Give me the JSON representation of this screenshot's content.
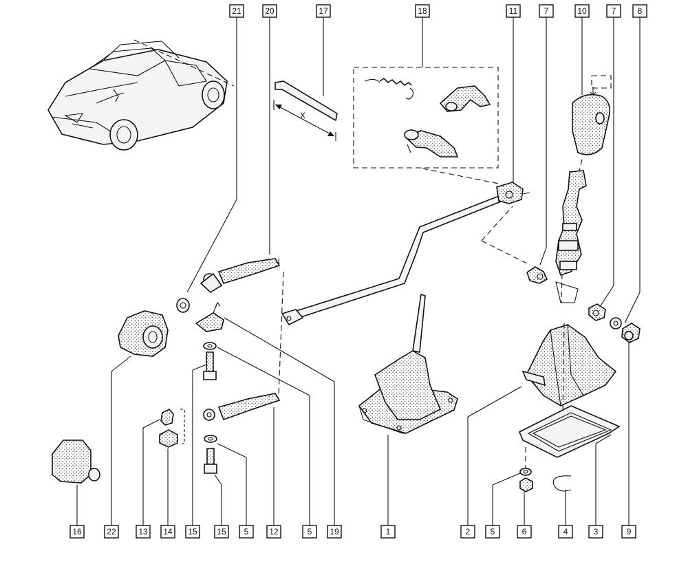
{
  "callouts": {
    "top": [
      {
        "id": "c21",
        "label": "21"
      },
      {
        "id": "c20",
        "label": "20"
      },
      {
        "id": "c17",
        "label": "17"
      },
      {
        "id": "c18",
        "label": "18"
      },
      {
        "id": "c11",
        "label": "11"
      },
      {
        "id": "c7a",
        "label": "7"
      },
      {
        "id": "c10",
        "label": "10"
      },
      {
        "id": "c7b",
        "label": "7"
      },
      {
        "id": "c8",
        "label": "8"
      }
    ],
    "bottom": [
      {
        "id": "b16",
        "label": "16"
      },
      {
        "id": "b22",
        "label": "22"
      },
      {
        "id": "b13",
        "label": "13"
      },
      {
        "id": "b14",
        "label": "14"
      },
      {
        "id": "b15a",
        "label": "15"
      },
      {
        "id": "b15b",
        "label": "15"
      },
      {
        "id": "b5a",
        "label": "5"
      },
      {
        "id": "b12",
        "label": "12"
      },
      {
        "id": "b5b",
        "label": "5"
      },
      {
        "id": "b19",
        "label": "19"
      },
      {
        "id": "b1",
        "label": "1"
      },
      {
        "id": "b2",
        "label": "2"
      },
      {
        "id": "b5c",
        "label": "5"
      },
      {
        "id": "b6",
        "label": "6"
      },
      {
        "id": "b4",
        "label": "4"
      },
      {
        "id": "b3",
        "label": "3"
      },
      {
        "id": "b9",
        "label": "9"
      }
    ]
  },
  "dimension_label": "X"
}
